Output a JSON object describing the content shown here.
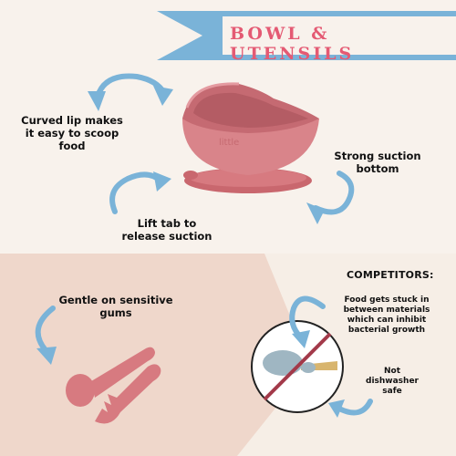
{
  "banner": {
    "title": "BOWL & UTENSILS",
    "color": "#e45a73",
    "ribbon_color": "#7ab3d8"
  },
  "features": {
    "curved_lip": "Curved lip makes it easy to scoop food",
    "suction": "Strong suction bottom",
    "lift_tab": "Lift tab to release suction",
    "gentle": "Gentle on sensitive gums"
  },
  "product": {
    "bowl_color": "#d77a80",
    "logo_text": "little"
  },
  "competitors": {
    "heading": "COMPETITORS:",
    "stuck": "Food gets stuck in between materials which can inhibit bacterial growth",
    "dishwasher": "Not dishwasher safe"
  },
  "colors": {
    "arrow_blue": "#7ab3d8",
    "top_bg": "#f8f2ec",
    "bottom_bg": "#efd7cb",
    "no_sign": "#a33a4a"
  }
}
